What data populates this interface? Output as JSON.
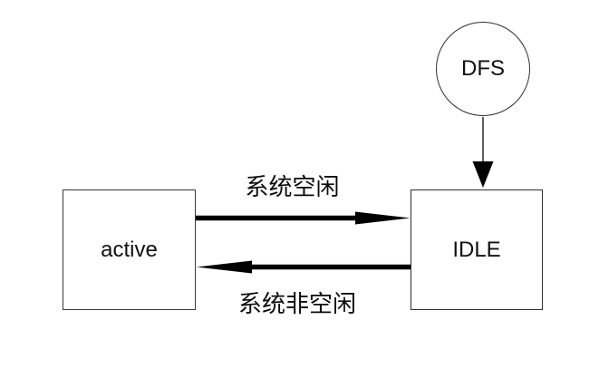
{
  "diagram": {
    "title": "state-transition-diagram",
    "nodes": {
      "dfs": {
        "label": "DFS",
        "shape": "circle"
      },
      "active": {
        "label": "active",
        "shape": "rectangle"
      },
      "idle": {
        "label": "IDLE",
        "shape": "rectangle"
      }
    },
    "edges": {
      "dfs_to_idle": {
        "label": "",
        "from": "DFS",
        "to": "IDLE",
        "style": "thin",
        "arrowhead": "arrowhead-down-icon"
      },
      "active_to_idle": {
        "label": "系统空闲",
        "from": "active",
        "to": "IDLE",
        "style": "thick",
        "arrowhead": "arrowhead-right-icon"
      },
      "idle_to_active": {
        "label": "系统非空闲",
        "from": "IDLE",
        "to": "active",
        "style": "thick",
        "arrowhead": "arrowhead-left-icon"
      }
    },
    "colors": {
      "background": "#ffffff",
      "node_border": "#2f2f2f",
      "thick_arrow": "#000000",
      "thin_connector": "#5f5f5f",
      "text": "#0c0c0c"
    }
  }
}
